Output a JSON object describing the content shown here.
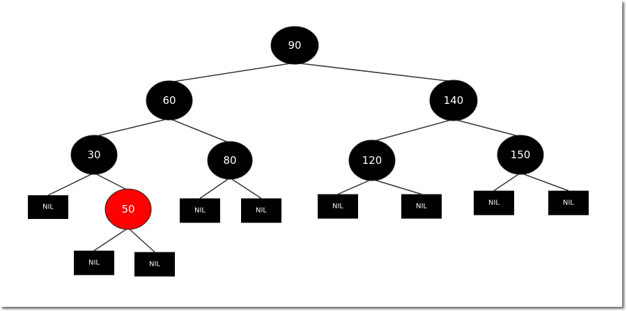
{
  "colors": {
    "black_node": "#000000",
    "red_node": "#ff0000",
    "edge": "#333333",
    "text": "#ffffff"
  },
  "nodes": [
    {
      "id": "n90",
      "label": "90",
      "color": "black"
    },
    {
      "id": "n60",
      "label": "60",
      "color": "black"
    },
    {
      "id": "n140",
      "label": "140",
      "color": "black"
    },
    {
      "id": "n30",
      "label": "30",
      "color": "black"
    },
    {
      "id": "n80",
      "label": "80",
      "color": "black"
    },
    {
      "id": "n120",
      "label": "120",
      "color": "black"
    },
    {
      "id": "n150",
      "label": "150",
      "color": "black"
    },
    {
      "id": "n50",
      "label": "50",
      "color": "red"
    }
  ],
  "nil_leaves": [
    {
      "id": "nil30l",
      "label": "NIL"
    },
    {
      "id": "nil50l",
      "label": "NIL"
    },
    {
      "id": "nil50r",
      "label": "NIL"
    },
    {
      "id": "nil80l",
      "label": "NIL"
    },
    {
      "id": "nil80r",
      "label": "NIL"
    },
    {
      "id": "nil120l",
      "label": "NIL"
    },
    {
      "id": "nil120r",
      "label": "NIL"
    },
    {
      "id": "nil150l",
      "label": "NIL"
    },
    {
      "id": "nil150r",
      "label": "NIL"
    }
  ],
  "edges": [
    [
      "n90",
      "n60"
    ],
    [
      "n90",
      "n140"
    ],
    [
      "n60",
      "n30"
    ],
    [
      "n60",
      "n80"
    ],
    [
      "n30",
      "nil30l"
    ],
    [
      "n30",
      "n50"
    ],
    [
      "n50",
      "nil50l"
    ],
    [
      "n50",
      "nil50r"
    ],
    [
      "n80",
      "nil80l"
    ],
    [
      "n80",
      "nil80r"
    ],
    [
      "n140",
      "n120"
    ],
    [
      "n140",
      "n150"
    ],
    [
      "n120",
      "nil120l"
    ],
    [
      "n120",
      "nil120r"
    ],
    [
      "n150",
      "nil150l"
    ],
    [
      "n150",
      "nil150r"
    ]
  ]
}
